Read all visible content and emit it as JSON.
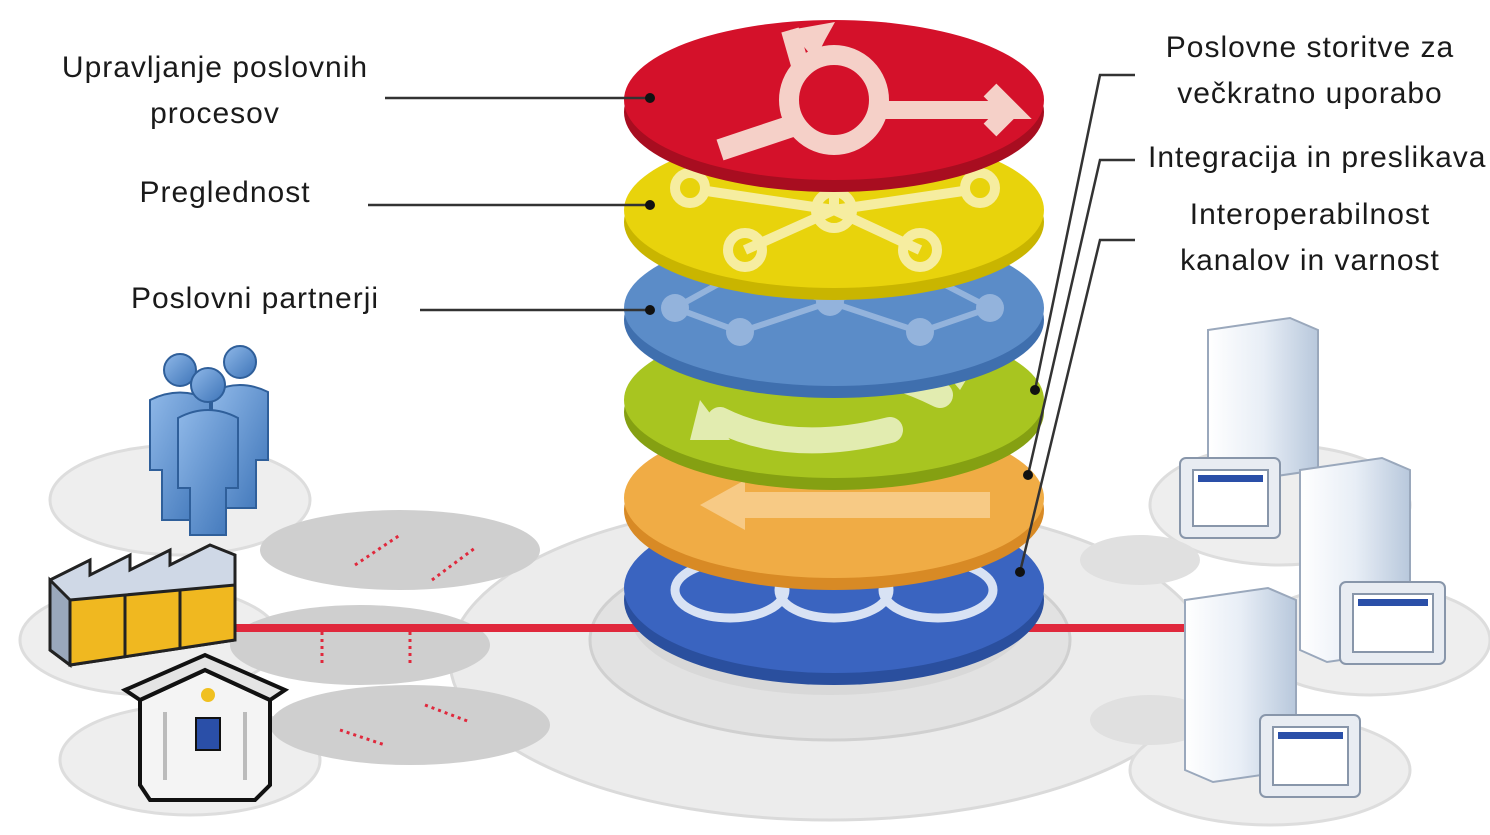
{
  "labels": {
    "left": [
      {
        "lines": [
          "Upravljanje poslovnih",
          "procesov"
        ]
      },
      {
        "lines": [
          "Preglednost"
        ]
      },
      {
        "lines": [
          "Poslovni partnerji"
        ]
      }
    ],
    "right": [
      {
        "lines": [
          "Poslovne storitve za",
          "večkratno uporabo"
        ]
      },
      {
        "lines": [
          "Integracija in preslikava"
        ]
      },
      {
        "lines": [
          "Interoperabilnost",
          "kanalov in varnost"
        ]
      }
    ]
  },
  "layers": [
    {
      "id": "process-management",
      "color": "#d4112a",
      "icon": "circular-arrows-icon"
    },
    {
      "id": "visibility",
      "color": "#e8d30c",
      "icon": "hub-network-icon"
    },
    {
      "id": "business-partners",
      "color": "#5b8cc8",
      "icon": "partner-network-icon"
    },
    {
      "id": "reusable-services",
      "color": "#a8c520",
      "icon": "cycle-arrows-icon"
    },
    {
      "id": "integration-mapping",
      "color": "#f0ac45",
      "icon": "mapping-arrow-icon"
    },
    {
      "id": "channel-security",
      "color": "#3a64c0",
      "icon": "linked-rings-icon"
    }
  ],
  "actors": {
    "left": [
      "people-icon",
      "factory-icon",
      "bank-building-icon"
    ],
    "right": [
      "server-tower-icon",
      "monitor-icon"
    ]
  },
  "accent_line_color": "#e0283c"
}
